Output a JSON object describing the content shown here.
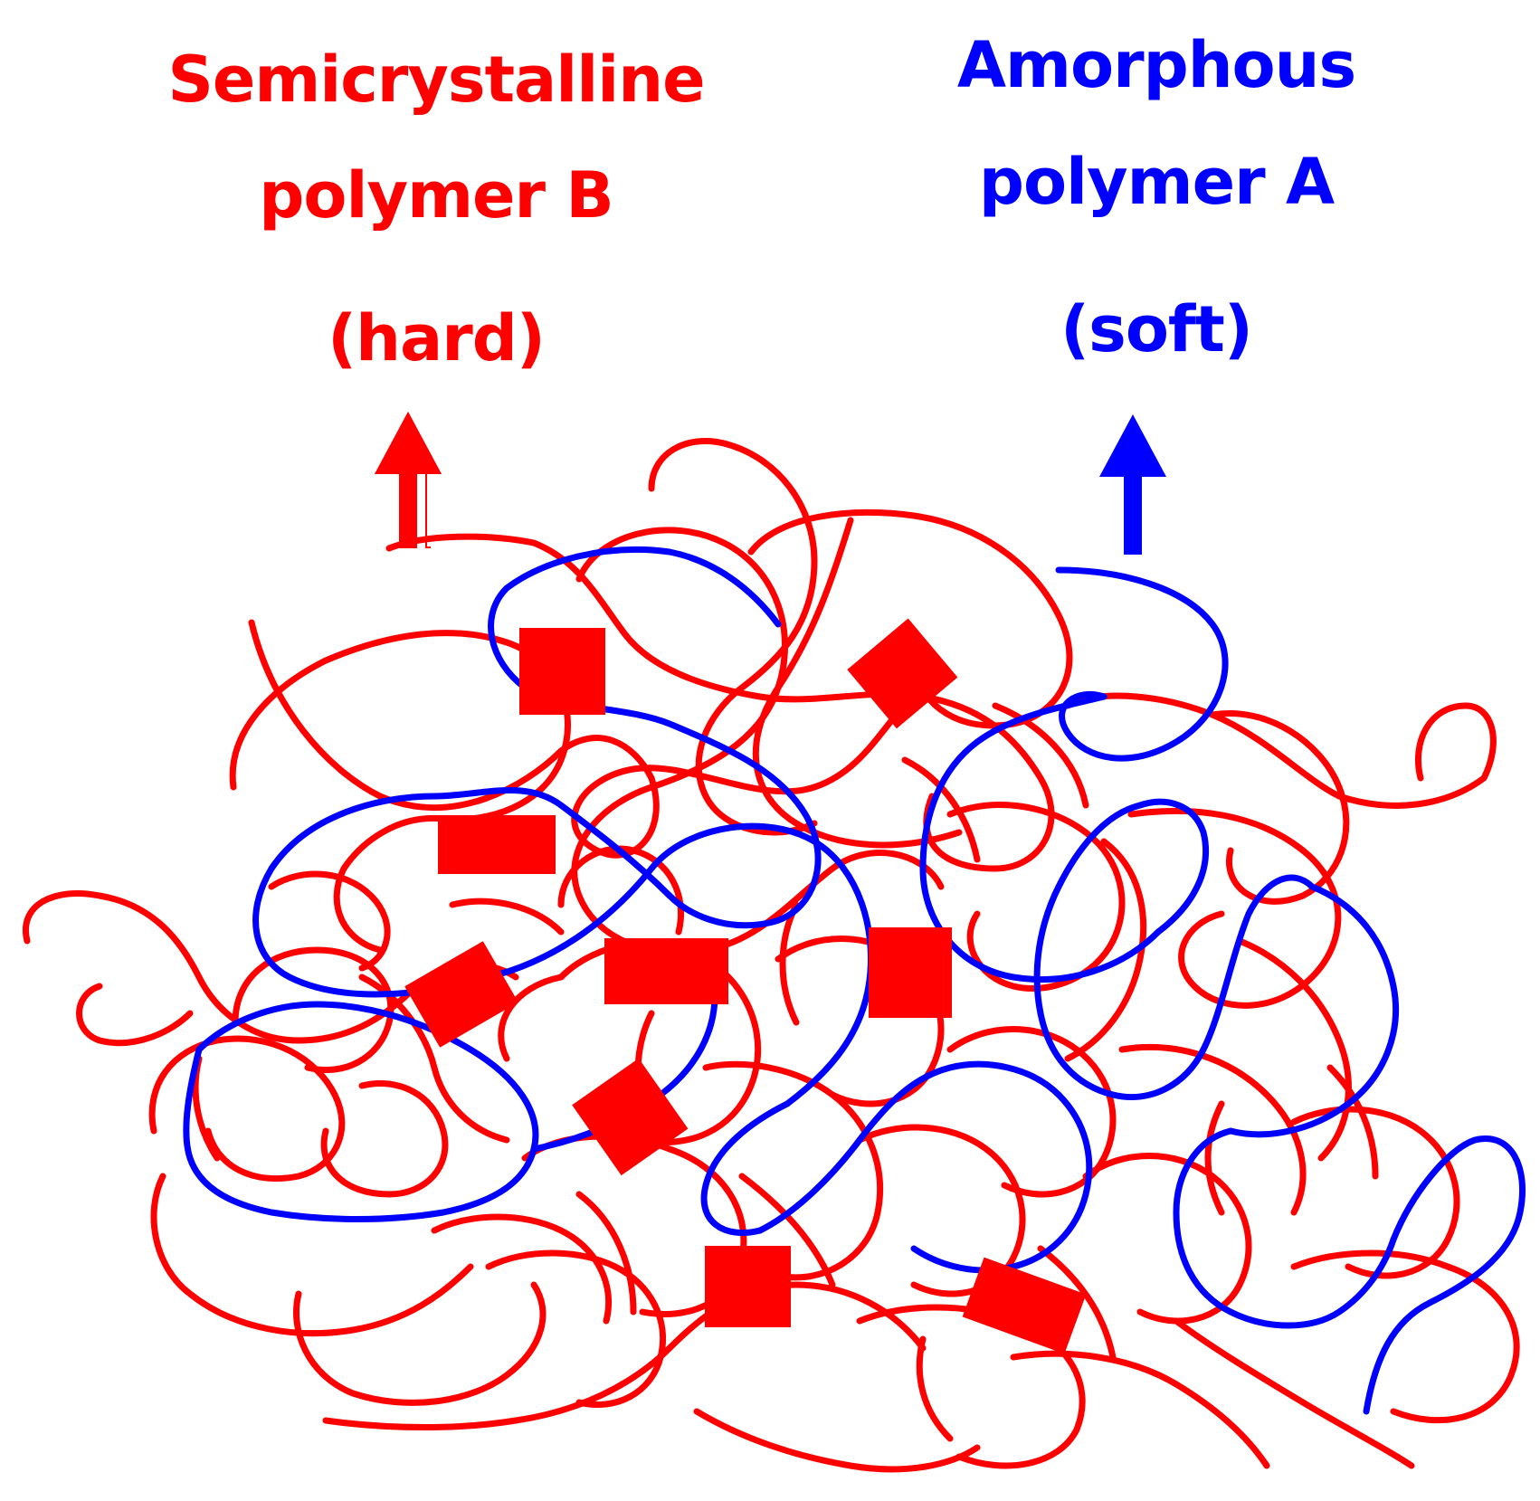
{
  "labels": {
    "semicrystalline": {
      "line1": "Semicrystalline",
      "line2": "polymer B",
      "line3": "(hard)",
      "color": "#ff0000"
    },
    "amorphous": {
      "line1": "Amorphous",
      "line2": "polymer A",
      "line3": "(soft)",
      "color": "#0000ff"
    }
  },
  "colors": {
    "semicrystalline_chain": "#ff0000",
    "amorphous_chain": "#0000ff",
    "background": "#ffffff"
  },
  "icons": {
    "left_arrow": "up-arrow-icon",
    "right_arrow": "up-arrow-icon"
  }
}
